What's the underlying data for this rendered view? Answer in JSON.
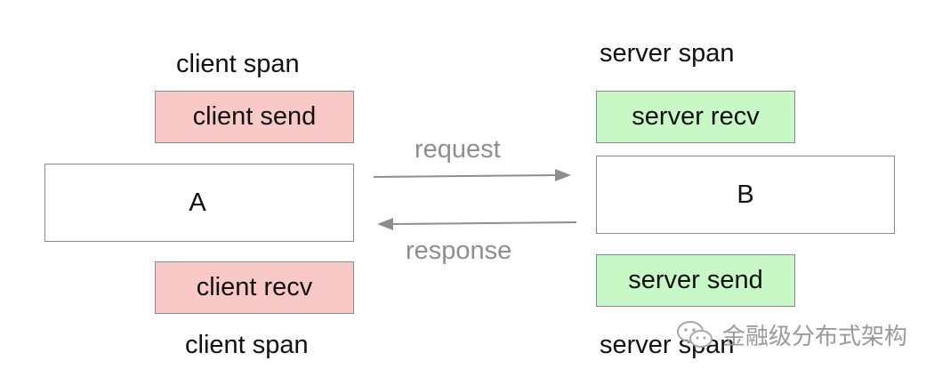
{
  "client": {
    "span_top_label": "client span",
    "send_label": "client send",
    "node_label": "A",
    "recv_label": "client recv",
    "span_bottom_label": "client span"
  },
  "server": {
    "span_top_label": "server span",
    "recv_label": "server recv",
    "node_label": "B",
    "send_label": "server send",
    "span_bottom_label": "server span"
  },
  "arrows": {
    "request_label": "request",
    "response_label": "response"
  },
  "watermark": {
    "text": "金融级分布式架构",
    "icon": "wechat-icon"
  },
  "colors": {
    "client_event": "#f9c9c7",
    "server_event": "#c9f8c7",
    "arrow": "#8e8e8e"
  }
}
